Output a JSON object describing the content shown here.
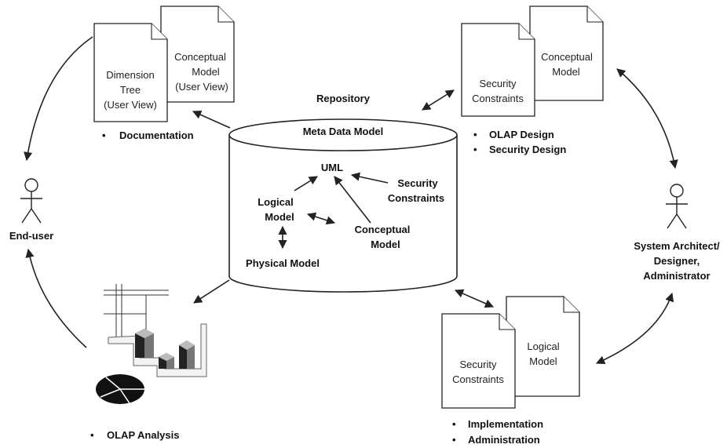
{
  "repository": {
    "title": "Repository",
    "cylinder_label": "Meta Data Model",
    "uml": "UML",
    "logical_model": [
      "Logical",
      "Model"
    ],
    "physical_model": "Physical Model",
    "conceptual_model": [
      "Conceptual",
      "Model"
    ],
    "security_constraints": [
      "Security",
      "Constraints"
    ]
  },
  "top_left": {
    "front_doc": [
      "Dimension",
      "Tree",
      "(User View)"
    ],
    "back_doc": [
      "Conceptual",
      "Model",
      "(User View)"
    ],
    "bullets": [
      "Documentation"
    ]
  },
  "top_right": {
    "front_doc": [
      "Security",
      "Constraints"
    ],
    "back_doc": [
      "Conceptual",
      "Model"
    ],
    "bullets": [
      "OLAP Design",
      "Security Design"
    ]
  },
  "bottom_right": {
    "front_doc": [
      "Security",
      "Constraints"
    ],
    "back_doc": [
      "Logical",
      "Model"
    ],
    "bullets": [
      "Implementation",
      "Administration"
    ]
  },
  "bottom_left": {
    "bullets": [
      "OLAP Analysis"
    ]
  },
  "actors": {
    "end_user": "End-user",
    "architect": [
      "System Architect/",
      "Designer,",
      "Administrator"
    ]
  },
  "bullet_char": "•"
}
